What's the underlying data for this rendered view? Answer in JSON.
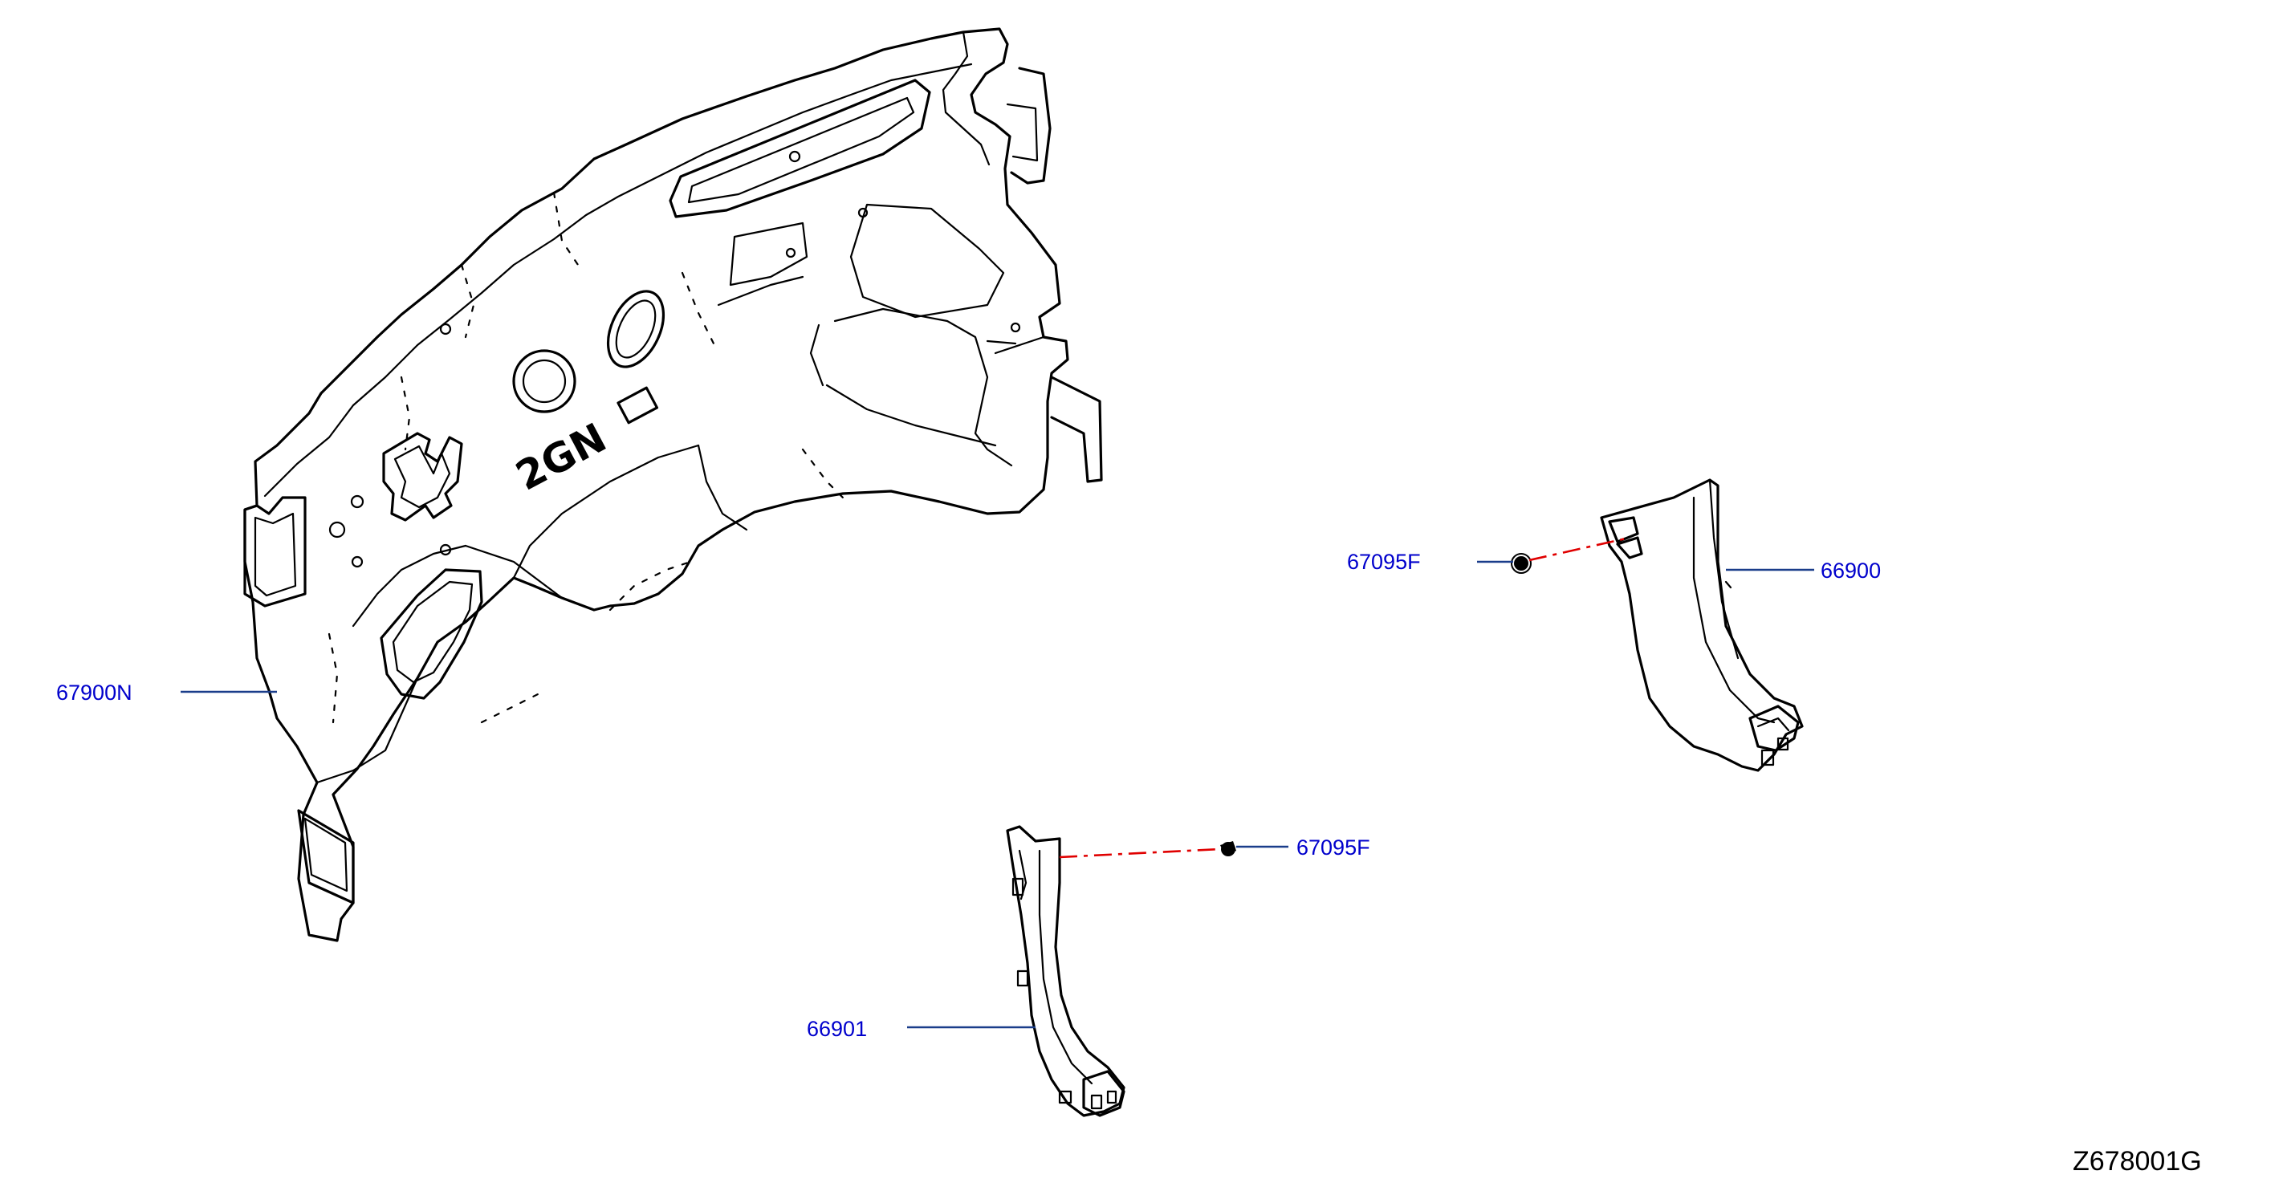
{
  "diagram": {
    "figure_code": "Z678001G",
    "parts": [
      {
        "id": "dash-insulator",
        "number": "67900N"
      },
      {
        "id": "pillar-trim-right",
        "number": "66900"
      },
      {
        "id": "pillar-trim-left",
        "number": "66901"
      },
      {
        "id": "clip-upper",
        "number": "67095F"
      },
      {
        "id": "clip-lower",
        "number": "67095F"
      }
    ],
    "panel_stamp": "2GN",
    "colors": {
      "callout": "#0000cc",
      "leader": "#1a3d8a",
      "centerline": "#e00000",
      "outline": "#000000"
    }
  }
}
